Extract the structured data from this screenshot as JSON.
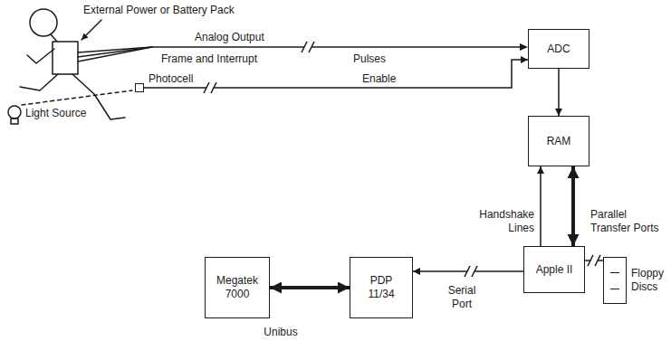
{
  "diagram": {
    "nodes": [
      {
        "text": [
          "ADC"
        ]
      },
      {
        "text": [
          "Photocell"
        ]
      },
      {
        "text": [
          "RAM"
        ]
      },
      {
        "text": [
          "Megatek 7000"
        ]
      },
      {
        "text": [
          "PDP 11/34"
        ]
      },
      {
        "text": [
          "Apple II"
        ]
      },
      {
        "text": [
          "Floppy Discs"
        ]
      }
    ],
    "edges": [
      {
        "from": 0,
        "to": 2,
        "arrow": "to"
      },
      {
        "from": 1,
        "to": 0,
        "label": "Enable",
        "arrow": "to"
      },
      {
        "from": 5,
        "to": 2,
        "label": "Handshake Lines",
        "arrow": "to"
      },
      {
        "from": 2,
        "to": 5,
        "label": "Parallel Transfer Ports",
        "arrow": "both"
      },
      {
        "from": 5,
        "to": 4,
        "label": "Serial Port",
        "arrow": "to"
      },
      {
        "from": 4,
        "to": 3,
        "label": "Unibus",
        "arrow": "both"
      },
      {
        "from": 5,
        "to": 6,
        "arrow": "none"
      }
    ],
    "labels": [
      "External Power or Battery Pack",
      "Analog Output",
      "Frame and Interrupt",
      "Pulses",
      "Light Source"
    ]
  }
}
